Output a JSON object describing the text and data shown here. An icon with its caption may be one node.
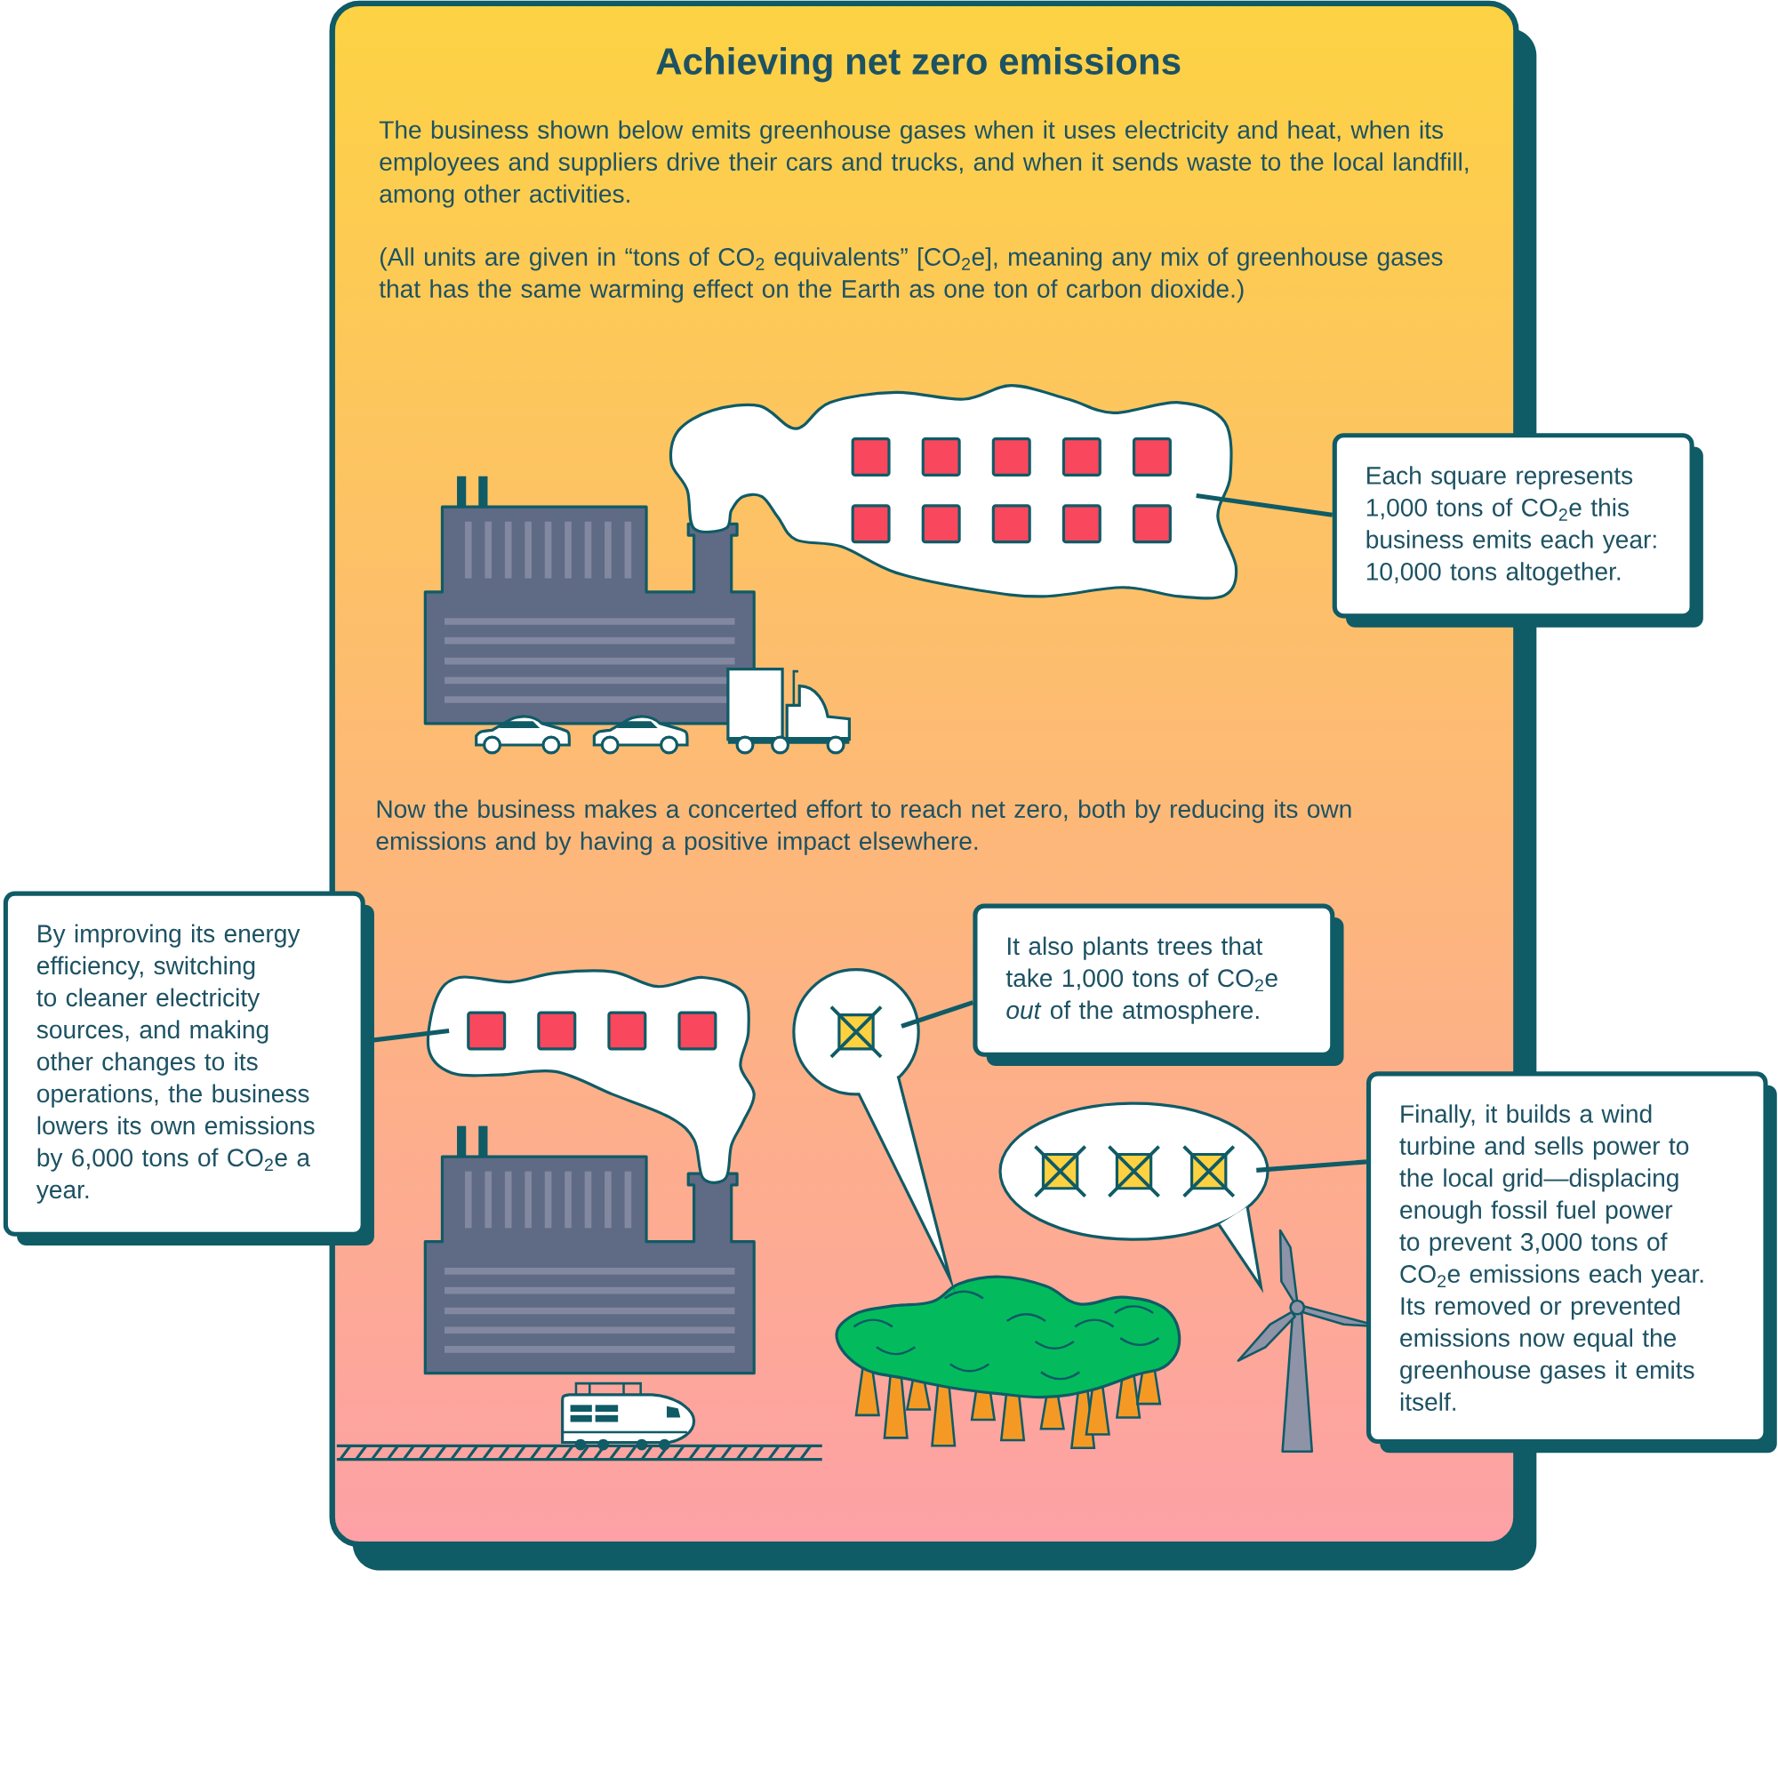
{
  "diagram": {
    "title": "Achieving net zero emissions",
    "nodes": [
      {
        "text": [
          "Each square represents 1,000 tons of CO$_{2}$e this business emits each year: 10,000 tons altogether."
        ]
      },
      {
        "text": [],
        "shape": "cloud"
      },
      {
        "text": [
          "By improving its energy efficiency, switching to cleaner electricity sources, and making other changes to its operations, the business lowers its own emissions by 6,000 tons of CO$_{2}$e a year."
        ]
      },
      {
        "text": [],
        "shape": "cloud"
      },
      {
        "text": [
          "It also plants trees that take 1,000 tons of CO$_{2}$e *out* of the atmosphere."
        ]
      },
      {
        "text": [],
        "shape": "circle"
      },
      {
        "text": [
          "Finally, it builds a wind turbine and sells power to the local grid—displacing enough fossil fuel power to prevent 3,000 tons of CO$_{2}$e emissions each year. Its removed or prevented emissions now equal the greenhouse gases it emits itself."
        ]
      },
      {
        "text": [],
        "shape": "oval"
      }
    ],
    "edges": [
      {
        "from": 0,
        "to": 1,
        "arrow": "none"
      },
      {
        "from": 2,
        "to": 3,
        "arrow": "none"
      },
      {
        "from": 4,
        "to": 5,
        "arrow": "none"
      },
      {
        "from": 6,
        "to": 7,
        "arrow": "none"
      }
    ],
    "labels": [
      "The business shown below emits greenhouse gases when it uses electricity and heat, when its employees and suppliers drive their cars and trucks, and when it sends waste to the local landfill, among other activities.",
      "(All units are given in “tons of CO$_{2}$ equivalents” [CO$_{2}$e], meaning any mix of greenhouse gases that has the same warming effect on the Earth as one ton of carbon dioxide.)",
      "Now the business makes a concerted effort to reach net zero, both by reducing its own emissions and by having a positive impact elsewhere."
    ]
  }
}
